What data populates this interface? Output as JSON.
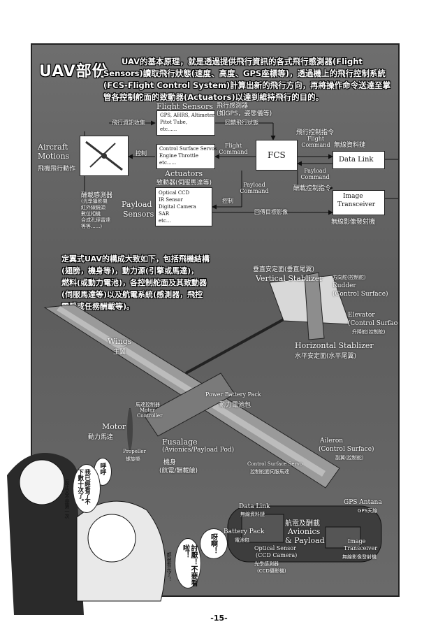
{
  "title": "UAV部份",
  "intro": [
    "UAV的基本原理，就是透過提供飛行資訊的各式飛行感測器(Flight",
    "Sensors)讀取飛行狀態(速度、高度、GPS座標等)，透過機上的飛行控制系統",
    "(FCS-Flight Control System)計算出新的飛行方向，再將操作命令送達至掌",
    "管各控制舵面的致動器(Actuators)以達到維持飛行的目的。"
  ],
  "diagram": {
    "flight_sensors": {
      "title": "Flight Sensors",
      "title_zh": "飛行感測器",
      "subtitle_zh": "(如GPS，姿態儀等)",
      "items": [
        "GPS, AHRS, Altimeter",
        "Pitot Tube,",
        "etc......"
      ]
    },
    "aircraft_motions": {
      "title1": "Aircraft",
      "title2": "Motions",
      "title_zh": "飛機飛行動作"
    },
    "actuators": {
      "title": "Actuators",
      "title_zh": "致動器(伺服馬達等)",
      "items": [
        "Control Surface Servos",
        "Engine Throttle",
        "etc......"
      ]
    },
    "payload_sensors": {
      "title1": "Payload",
      "title2": "Sensors",
      "title_zh": "酬載感測器",
      "notes": [
        "(光學攝影機",
        "紅外線鏡頭",
        "數位相機",
        "合成孔徑雷達",
        "等等......)"
      ],
      "items": [
        "Optical CCD",
        "IR Sensor",
        "Digital Camera",
        "SAR",
        "etc..."
      ]
    },
    "fcs": "FCS",
    "data_link": {
      "title": "Data Link",
      "title_zh": "無線資料鏈"
    },
    "image_transceiver": {
      "title1": "Image",
      "title2": "Transceiver",
      "title_zh": "無線影像發射機"
    },
    "arrows": {
      "flight_info_collect": "飛行資訊收集",
      "return_state": "回饋飛行狀態",
      "control": "控制",
      "control2": "控制",
      "flight_command": "Flight Command",
      "flight_control_cmd_zh": "飛行控制指令",
      "flight_command2": "Flight Command",
      "payload_command": "Payload Command",
      "payload_command2": "Payload Command",
      "payload_cmd_zh": "酬載控制指令",
      "return_image": "回傳目標影像"
    }
  },
  "composition": [
    "定翼式UAV的構成大致如下，包括飛機結構",
    "(翅膀，機身等)，動力源(引擎或馬達)，",
    "燃料(或動力電池)，各控制舵面及其致動器",
    "(伺服馬達等)以及航電系統(感測器，飛控",
    "電腦或任務酬載等)。"
  ],
  "plane_labels": {
    "vstab_zh": "垂直安定面(垂直尾翼)",
    "vstab": "Vertical Stablizer",
    "rudder_zh": "方向舵(控制舵)",
    "rudder": "Rudder",
    "rudder_cs": "(Control Surface)",
    "elevator": "Elevator",
    "elevator_cs": "(Control Surface)",
    "elevator_zh": "升降舵(控制舵)",
    "wings": "Wings",
    "wings_zh": "主翼",
    "hstab": "Horizontal Stablizer",
    "hstab_zh": "水平安定面(水平尾翼)",
    "battery": "Power Battery Pack",
    "battery_zh": "動力電池包",
    "motor_ctrl_zh": "馬達控制器",
    "motor_ctrl1": "Motor",
    "motor_ctrl2": "Controller",
    "motor": "Motor",
    "motor_zh": "動力馬達",
    "propeller": "Propeller",
    "propeller_zh": "螺旋槳",
    "fuselage": "Fusalage",
    "fuselage_sub": "(Avionics/Payload Pod)",
    "fuselage_zh1": "機身",
    "fuselage_zh2": "(航電/酬載艙)",
    "aileron": "Aileron",
    "aileron_cs": "(Control Surface)",
    "aileron_zh": "副翼(控制舵)",
    "cs_servo": "Control Surface Servo",
    "cs_servo_zh": "控制舵面伺服馬達"
  },
  "pod_labels": {
    "data_link": "Data Link",
    "data_link_zh": "無線資料鏈",
    "gps": "GPS Antana",
    "gps_zh": "GPS天線",
    "battery": "Battery Pack",
    "battery_zh": "電池包",
    "avionics_zh": "航電及酬載",
    "avionics": "Avionics",
    "payload": "& Payload",
    "optical": "Optical Sensor",
    "ccd": "(CCD Camera)",
    "optical_zh": "光學感測器",
    "ccd_zh": "(CCD攝影機)",
    "image": "Image",
    "transceiver": "Transceiver",
    "transceiver_zh": "無線影像發射機"
  },
  "bubbles": {
    "left_small": "呼呼",
    "left_main": "我已經看了不下數十次了。",
    "left_side": "反正又不是第一次",
    "right_top": "呀啊！",
    "right_main": "討厭！不要看啦！",
    "right_side": "都被看光了！"
  },
  "page_number": "-15-"
}
